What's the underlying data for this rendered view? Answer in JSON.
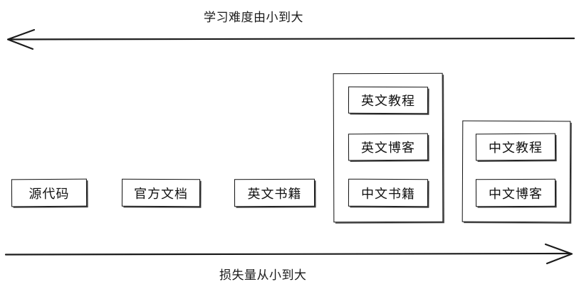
{
  "diagram": {
    "title_top": "学习难度由小到大",
    "title_bottom": "损失量从小到大",
    "top_axis": {
      "name": "difficulty-axis",
      "direction": "left",
      "label": "学习难度由小到大"
    },
    "bottom_axis": {
      "name": "loss-axis",
      "direction": "right",
      "label": "损失量从小到大"
    },
    "colors": {
      "background": "#ffffff",
      "stroke": "#111111",
      "text": "#121212"
    },
    "columns": [
      {
        "id": "source-code",
        "grouped": false,
        "items": [
          {
            "label": "源代码"
          }
        ]
      },
      {
        "id": "official-docs",
        "grouped": false,
        "items": [
          {
            "label": "官方文档"
          }
        ]
      },
      {
        "id": "english-books",
        "grouped": false,
        "items": [
          {
            "label": "英文书籍"
          }
        ]
      },
      {
        "id": "english-group",
        "grouped": true,
        "items": [
          {
            "label": "英文教程"
          },
          {
            "label": "英文博客"
          },
          {
            "label": "中文书籍"
          }
        ]
      },
      {
        "id": "chinese-group",
        "grouped": true,
        "items": [
          {
            "label": "中文教程"
          },
          {
            "label": "中文博客"
          }
        ]
      }
    ]
  }
}
